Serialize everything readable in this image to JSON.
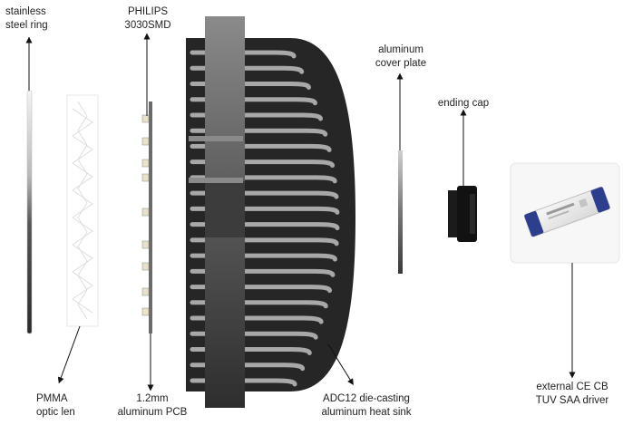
{
  "colors": {
    "background": "#ffffff",
    "text": "#222222",
    "arrow": "#111111",
    "heatsink_dark": "#2a2a2a",
    "heatsink_fin": "#9a9a9a",
    "driver_blue": "#2c3e8c"
  },
  "labels": {
    "steel_ring": [
      "stainless",
      "steel ring"
    ],
    "leds": [
      "PHILIPS",
      "3030SMD"
    ],
    "cover_plate": [
      "aluminum",
      "cover plate"
    ],
    "ending_cap": [
      "ending cap"
    ],
    "optic_len": [
      "PMMA",
      "optic len"
    ],
    "pcb": [
      "1.2mm",
      "aluminum PCB"
    ],
    "heat_sink": [
      "ADC12 die-casting",
      "aluminum heat sink"
    ],
    "driver": [
      "external CE CB",
      "TUV SAA driver"
    ]
  },
  "icons": {
    "arrows": "arrow-line-icon",
    "heatsink": "heat-sink-illustration",
    "driver": "led-driver-illustration"
  }
}
